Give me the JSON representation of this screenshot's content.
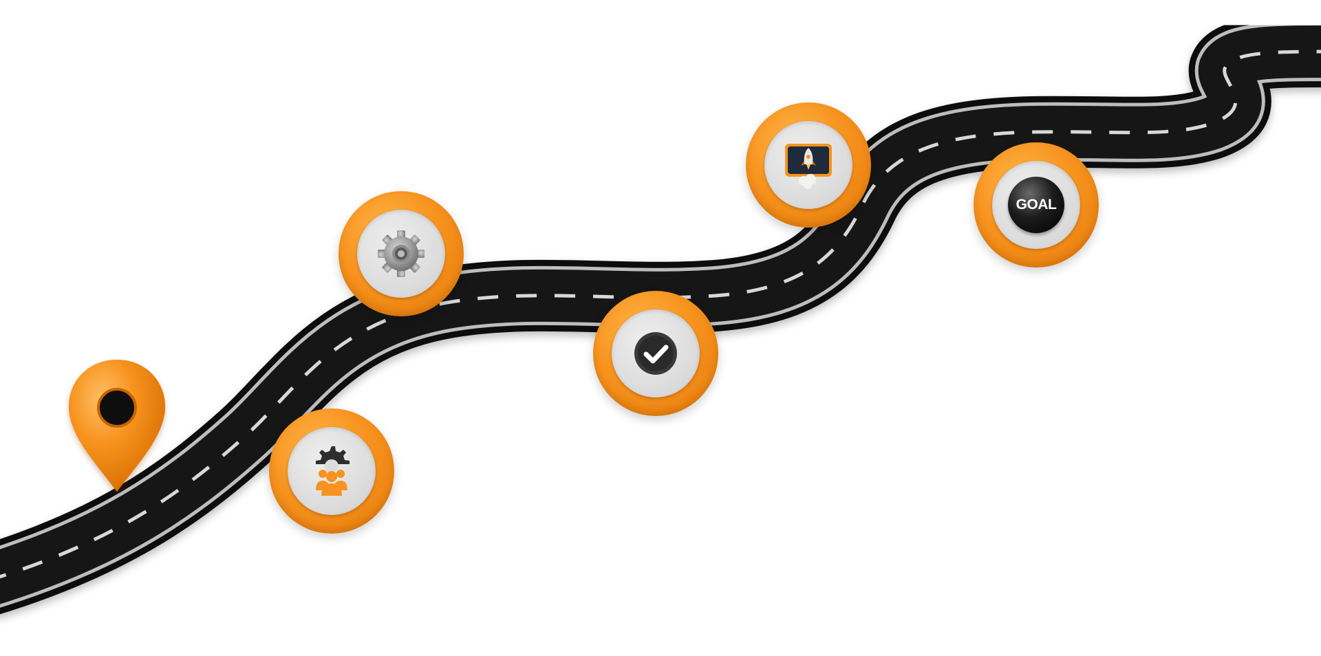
{
  "scene": {
    "background_color": "#ffffff",
    "road_color": "#111111",
    "road_edge_color": "#bdbdbd",
    "lane_dash_color": "#d8d8d8",
    "accent_color": "#f7931e",
    "inner_disc_color": "#dddddd"
  },
  "location_pin": {
    "icon": "map-pin-icon",
    "color": "#f7931e"
  },
  "milestones": [
    {
      "id": "team",
      "icon": "team-gear-icon"
    },
    {
      "id": "settings",
      "icon": "gear-icon"
    },
    {
      "id": "check",
      "icon": "checkmark-icon"
    },
    {
      "id": "launch",
      "icon": "rocket-launch-icon"
    },
    {
      "id": "goal",
      "icon": "goal-icon",
      "label": "GOAL"
    }
  ]
}
